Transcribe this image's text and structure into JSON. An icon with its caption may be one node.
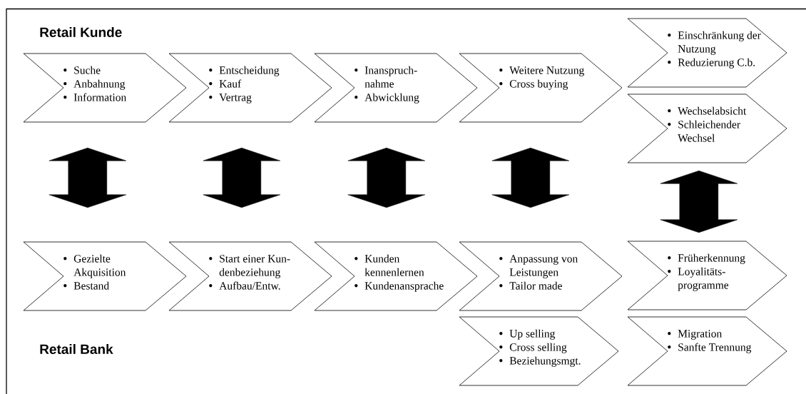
{
  "diagram": {
    "nodes": [
      {
        "text": [
          "Suche",
          "Anbahnung",
          "Information"
        ]
      },
      {
        "text": [
          "Entscheidung",
          "Kauf",
          "Vertrag"
        ]
      },
      {
        "text": [
          "Inanspruch-nahme",
          "Abwicklung"
        ]
      },
      {
        "text": [
          "Weitere Nutzung",
          "Cross buying"
        ]
      },
      {
        "text": [
          "Einschränkung der Nutzung",
          "Reduzierung C.b."
        ]
      },
      {
        "text": [
          "Wechselabsicht",
          "Schleichender Wechsel"
        ]
      },
      {
        "text": [
          "Gezielte Akquisition",
          "Bestand"
        ]
      },
      {
        "text": [
          "Start einer Kun-denbeziehung",
          "Aufbau/Entw."
        ]
      },
      {
        "text": [
          "Kunden kennenlernen",
          "Kundenansprache"
        ]
      },
      {
        "text": [
          "Anpassung von Leistungen",
          "Tailor made"
        ]
      },
      {
        "text": [
          "Früherkennung",
          "Loyalitäts-programme"
        ]
      },
      {
        "text": [
          "Up selling",
          "Cross selling",
          "Beziehungsmgt."
        ]
      },
      {
        "text": [
          "Migration",
          "Sanfte Trennung"
        ]
      }
    ],
    "edges": [
      {
        "from": 0,
        "to": 6,
        "arrow": "both"
      },
      {
        "from": 1,
        "to": 7,
        "arrow": "both"
      },
      {
        "from": 2,
        "to": 8,
        "arrow": "both"
      },
      {
        "from": 3,
        "to": 9,
        "arrow": "both"
      },
      {
        "from": 5,
        "to": 10,
        "arrow": "both"
      }
    ],
    "labels": [
      "Retail Kunde",
      "Retail Bank"
    ]
  }
}
